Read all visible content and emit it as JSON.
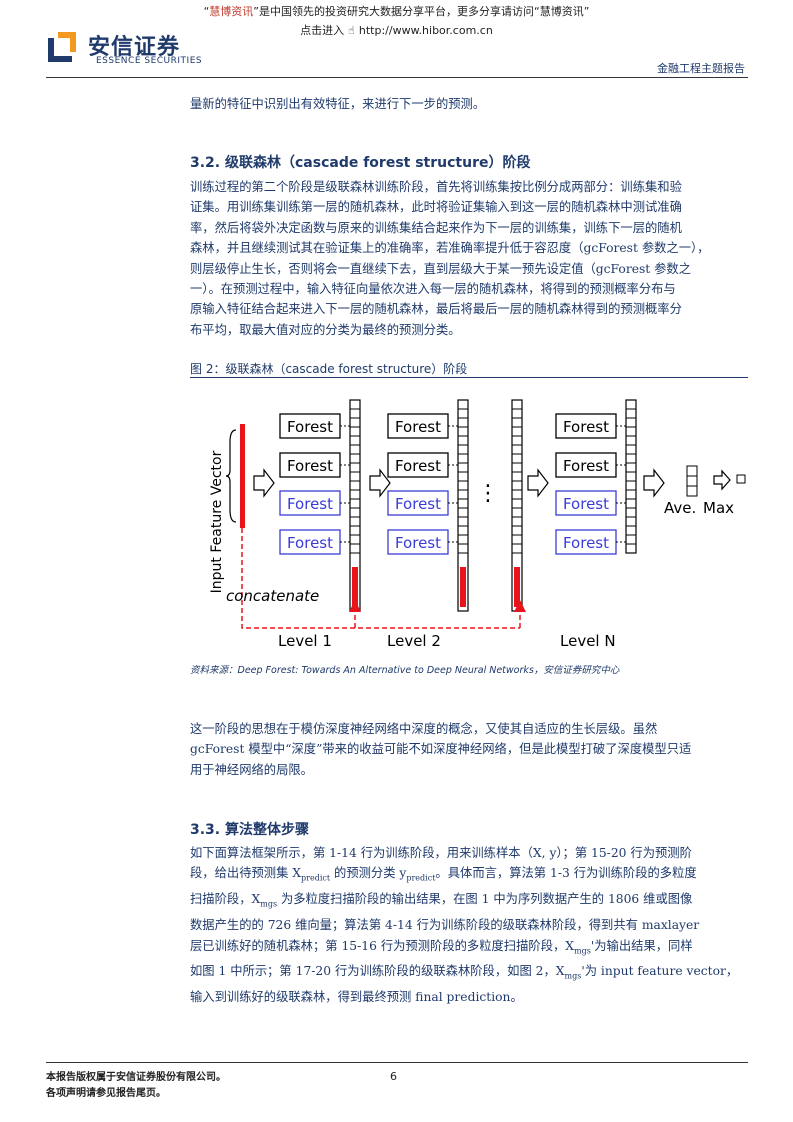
{
  "banner": {
    "part1": "“",
    "brand_open": "慧博资讯",
    "part2": "”是中国领先的投资研究大数据分享平台，更多分享请访问“慧博资讯”",
    "visit_label": "点击进入",
    "url": "http://www.hibor.com.cn"
  },
  "header": {
    "logo_cn": "安信证券",
    "logo_en": "ESSENCE SECURITIES",
    "report_type": "金融工程主题报告"
  },
  "intro_line": "量新的特征中识别出有效特征，来进行下一步的预测。",
  "section_32": {
    "title": "3.2. 级联森林（cascade forest structure）阶段",
    "lines": [
      "训练过程的第二个阶段是级联森林训练阶段，首先将训练集按比例分成两部分：训练集和验",
      "证集。用训练集训练第一层的随机森林，此时将验证集输入到这一层的随机森林中测试准确",
      "率，然后将袋外决定函数与原来的训练集结合起来作为下一层的训练集，训练下一层的随机",
      "森林，并且继续测试其在验证集上的准确率，若准确率提升低于容忍度（gcForest 参数之一），",
      "则层级停止生长，否则将会一直继续下去，直到层级大于某一预先设定值（gcForest 参数之",
      "一）。在预测过程中，输入特征向量依次进入每一层的随机森林，将得到的预测概率分布与",
      "原输入特征结合起来进入下一层的随机森林，最后将最后一层的随机森林得到的预测概率分",
      "布平均，取最大值对应的分类为最终的预测分类。"
    ]
  },
  "figure": {
    "caption": "图 2：级联森林（cascade forest structure）阶段",
    "input_label": "Input Feature Vector",
    "forest_label": "Forest",
    "concat_label": "concatenate",
    "level1": "Level 1",
    "level2": "Level 2",
    "levelN": "Level N",
    "ave_label": "Ave.",
    "max_label": "Max",
    "dots": "⋮",
    "source": "资料来源：Deep Forest: Towards An Alternative to Deep Neural Networks，安信证券研究中心"
  },
  "after_figure": [
    "这一阶段的思想在于模仿深度神经网络中深度的概念，又使其自适应的生长层级。虽然",
    "gcForest 模型中“深度”带来的收益可能不如深度神经网络，但是此模型打破了深度模型只适",
    "用于神经网络的局限。"
  ],
  "section_33": {
    "title": "3.3. 算法整体步骤",
    "l1": "如下面算法框架所示，第 1-14 行为训练阶段，用来训练样本（X, y）；第 15-20 行为预测阶",
    "l2a": "段，给出待预测集 X",
    "l2sub": "predict",
    "l2b": " 的预测分类 y",
    "l2sub2": "predict",
    "l2c": "。具体而言，算法第 1-3 行为训练阶段的多粒度",
    "l3a": "扫描阶段，X",
    "l3sub": "mgs",
    "l3b": " 为多粒度扫描阶段的输出结果，在图 1 中为序列数据产生的 1806 维或图像",
    "l4": "数据产生的的 726 维向量；算法第 4-14 行为训练阶段的级联森林阶段，得到共有 maxlayer",
    "l5a": "层已训练好的随机森林；第 15-16 行为预测阶段的多粒度扫描阶段，X",
    "l5sub": "mgs",
    "l5b": "'为输出结果，同样",
    "l6a": "如图 1 中所示；第 17-20 行为训练阶段的级联森林阶段，如图 2，X",
    "l6sub": "mgs",
    "l6b": "'为 input feature vector，",
    "l7": "输入到训练好的级联森林，得到最终预测 final prediction。"
  },
  "footer": {
    "line1": "本报告版权属于安信证券股份有限公司。",
    "line2": "各项声明请参见报告尾页。",
    "page": "6"
  },
  "colors": {
    "text": "#1f3a6b",
    "red": "#e8141b",
    "forest_black": "#000000",
    "forest_blue": "#3b3bd9",
    "logo_orange": "#f39a1e"
  }
}
